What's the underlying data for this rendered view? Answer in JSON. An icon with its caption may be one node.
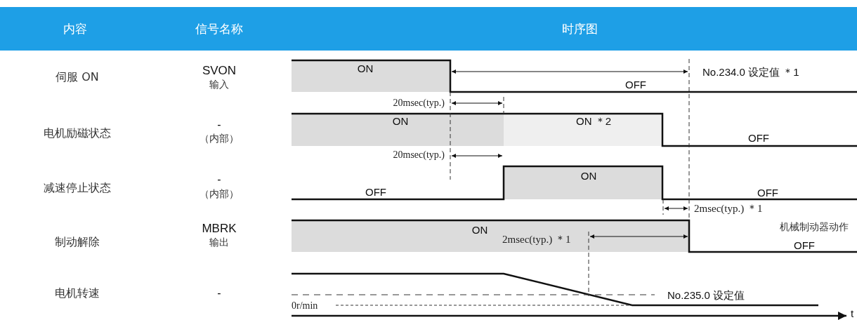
{
  "diagram": {
    "labels": [
      "内容",
      "信号名称",
      "时序图",
      "伺服 ON",
      "SVON",
      "输入",
      "ON",
      "OFF",
      "No.234.0 设定值 ＊1",
      "20msec(typ.)",
      "电机励磁状态",
      "-",
      "（内部）",
      "ON",
      "ON ＊2",
      "OFF",
      "20msec(typ.)",
      "减速停止状态",
      "-",
      "（内部）",
      "OFF",
      "ON",
      "OFF",
      "2msec(typ.) ＊1",
      "制动解除",
      "MBRK",
      "输出",
      "ON",
      "2msec(typ.) ＊1",
      "机械制动器动作",
      "OFF",
      "电机转速",
      "-",
      "No.235.0 设定值",
      "0r/min",
      "t"
    ]
  }
}
